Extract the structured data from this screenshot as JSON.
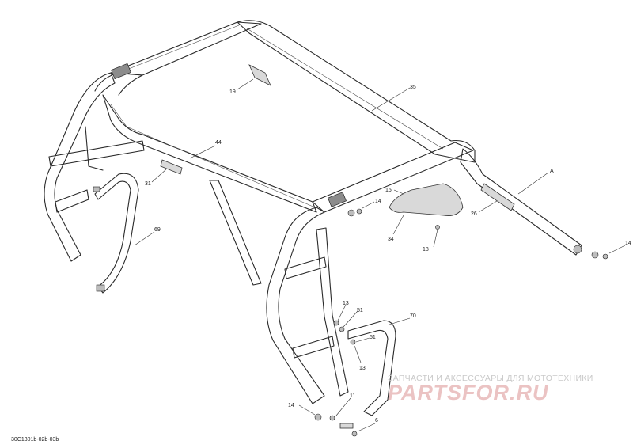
{
  "diagram": {
    "document_code": "30C1301b-02b-03b",
    "callouts": {
      "c19": "19",
      "c35": "35",
      "c44": "44",
      "c31": "31",
      "cA": "A",
      "c15": "15",
      "c14a": "14",
      "c26": "26",
      "c34": "34",
      "c18": "18",
      "c14b": "14",
      "c69": "69",
      "c13a": "13",
      "c51a": "51",
      "c70": "70",
      "c51b": "51",
      "c13b": "13",
      "c11": "11",
      "c14c": "14",
      "c6": "6"
    }
  },
  "watermark": {
    "tagline": "ЗАПЧАСТИ И АКСЕССУАРЫ ДЛЯ МОТОТЕХНИКИ",
    "logo": "PARTSFOR.RU"
  }
}
